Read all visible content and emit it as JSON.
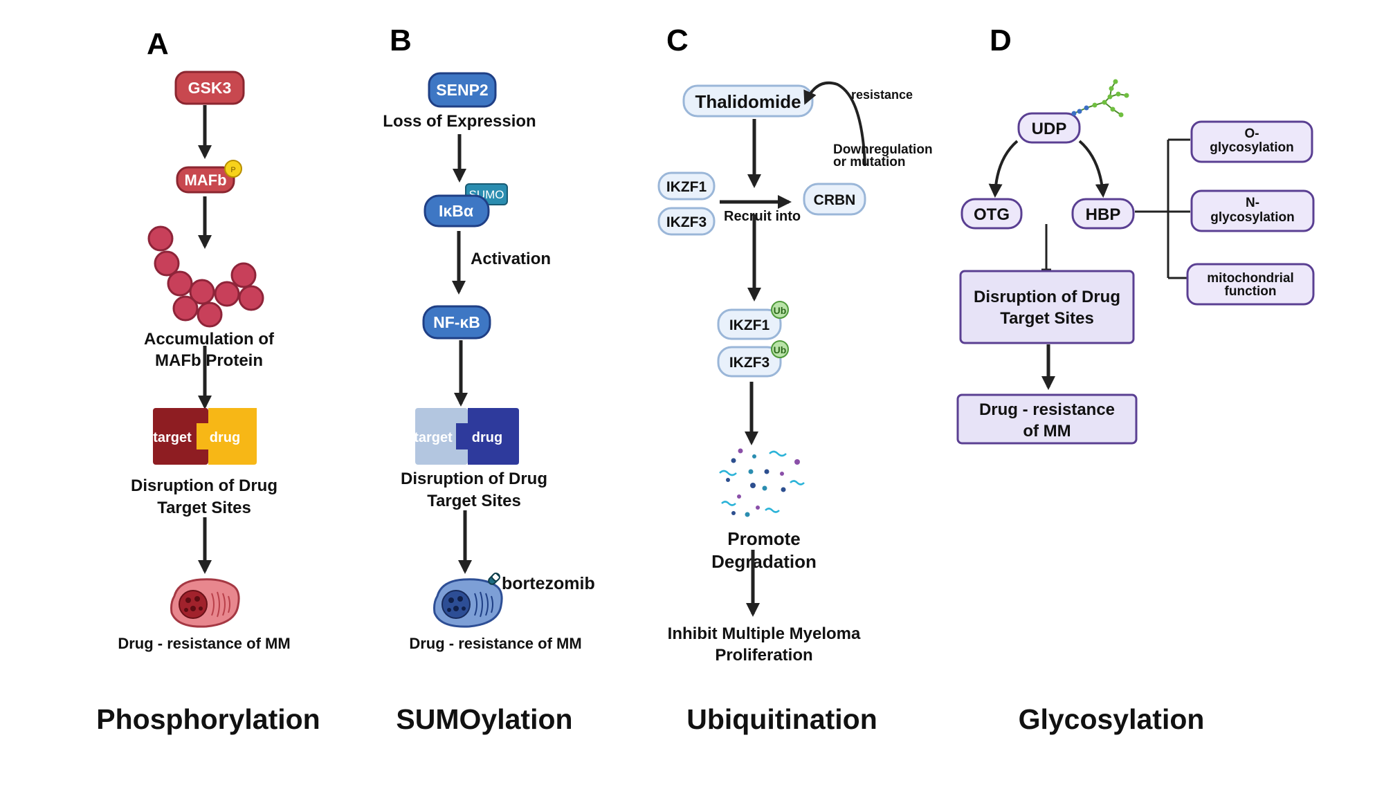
{
  "panels": {
    "a": {
      "letter": "A",
      "title": "Phosphorylation",
      "gsk3": "GSK3",
      "mafb": "MAFb",
      "p_badge": "P",
      "accumulation": [
        "Accumulation of",
        "MAFb Protein"
      ],
      "target": "target",
      "drug": "drug",
      "disruption": [
        "Disruption of Drug",
        "Target Sites"
      ],
      "resistance": "Drug - resistance of MM"
    },
    "b": {
      "letter": "B",
      "title": "SUMOylation",
      "senp2": "SENP2",
      "loss": "Loss of Expression",
      "sumo": "SUMO",
      "ikba": "IκBα",
      "activation": "Activation",
      "nfkb": "NF-κB",
      "target": "target",
      "drug": "drug",
      "disruption": [
        "Disruption of Drug",
        "Target Sites"
      ],
      "bortezomib": "bortezomib",
      "resistance": "Drug - resistance of MM"
    },
    "c": {
      "letter": "C",
      "title": "Ubiquitination",
      "thalidomide": "Thalidomide",
      "resistance_label": "resistance",
      "downregulation": [
        "Downregulation",
        "or mutation"
      ],
      "ikzf1": "IKZF1",
      "ikzf3": "IKZF3",
      "recruit": "Recruit into",
      "crbn": "CRBN",
      "ub": "Ub",
      "promote": [
        "Promote",
        "Degradation"
      ],
      "inhibit": [
        "Inhibit Multiple Myeloma",
        "Proliferation"
      ]
    },
    "d": {
      "letter": "D",
      "title": "Glycosylation",
      "udp": "UDP",
      "otg": "OTG",
      "hbp": "HBP",
      "o_glyco": [
        "O-",
        "glycosylation"
      ],
      "n_glyco": [
        "N-",
        "glycosylation"
      ],
      "mito": [
        "mitochondrial",
        "function"
      ],
      "disruption": [
        "Disruption of Drug",
        "Target Sites"
      ],
      "resistance": [
        "Drug - resistance",
        "of MM"
      ]
    }
  },
  "colors": {
    "red_node": "#c8484f",
    "red_dark": "#9a2530",
    "blue_node": "#3e77c4",
    "blue_dark": "#1f3f85",
    "lightblue_fill": "#e9f1fb",
    "lightblue_stroke": "#9ab6d8",
    "lavender_fill": "#e7e3f7",
    "purple_stroke": "#5a3f92",
    "target_red": "#8e1d22",
    "drug_yellow": "#f7b716",
    "target_lightblue": "#b3c6e0",
    "drug_navy": "#2e3a9c",
    "ub_green": "#4e9a3a",
    "sumo_teal": "#2b8db0"
  },
  "icons": [
    "gsk3-node",
    "phospho-badge-icon",
    "protein-aggregate-icon",
    "puzzle-icon",
    "myeloma-cell-icon",
    "bortezomib-capsule-icon",
    "ubiquitin-icon",
    "degradation-fragments-icon",
    "glycan-chain-icon",
    "curved-arrow-icon"
  ]
}
